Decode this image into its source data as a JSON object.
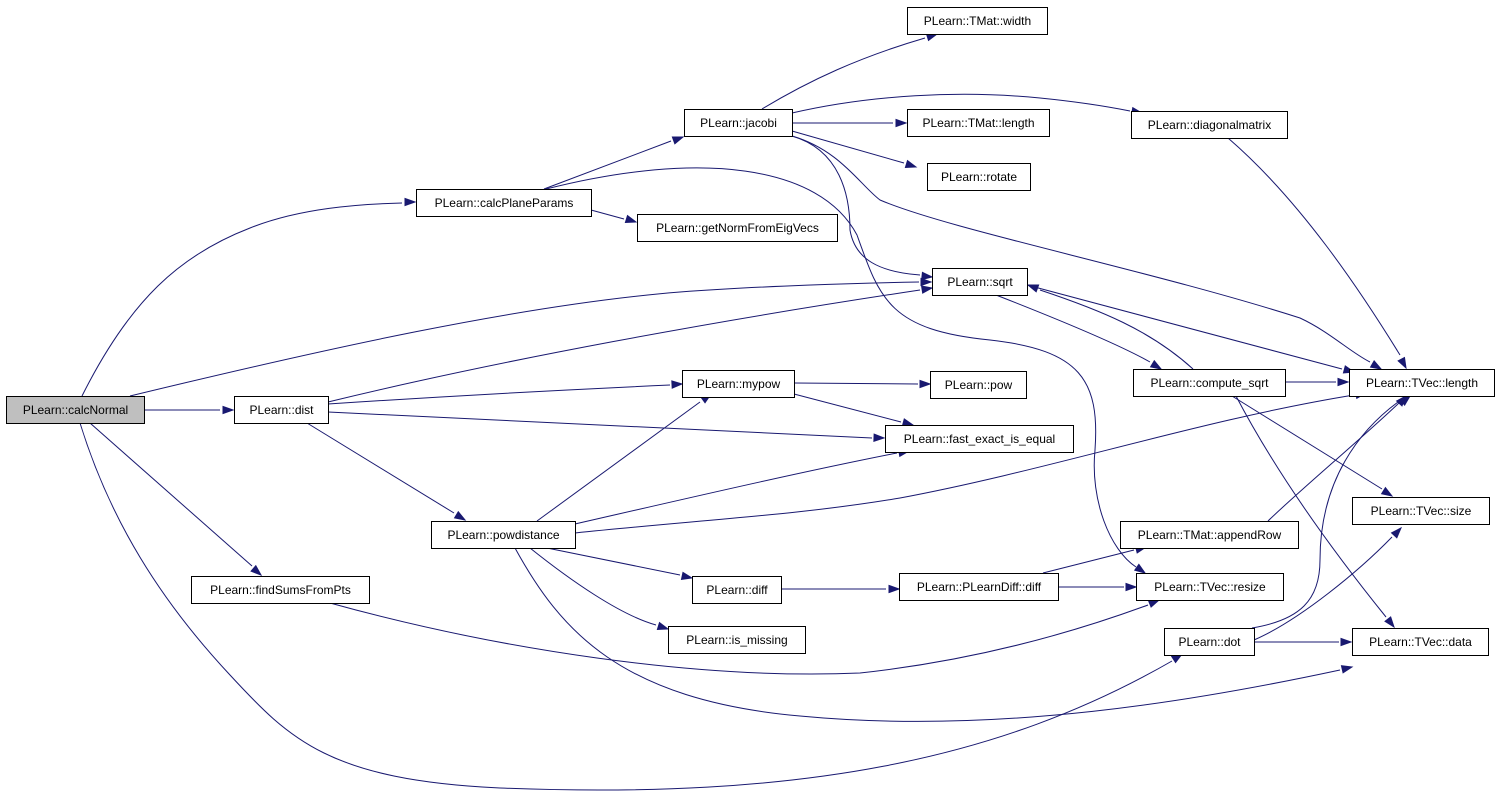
{
  "diagram": {
    "type": "call-graph",
    "colors": {
      "edge": "#191970",
      "node_border": "#000000",
      "node_fill": "#ffffff",
      "root_fill": "#bfbfbf",
      "text": "#000000"
    },
    "nodes": [
      {
        "id": "calcNormal",
        "label": "PLearn::calcNormal",
        "root": true
      },
      {
        "id": "calcPlaneParams",
        "label": "PLearn::calcPlaneParams"
      },
      {
        "id": "dist",
        "label": "PLearn::dist"
      },
      {
        "id": "findSums",
        "label": "PLearn::findSumsFromPts"
      },
      {
        "id": "powdistance",
        "label": "PLearn::powdistance"
      },
      {
        "id": "jacobi",
        "label": "PLearn::jacobi"
      },
      {
        "id": "getNorm",
        "label": "PLearn::getNormFromEigVecs"
      },
      {
        "id": "mypow",
        "label": "PLearn::mypow"
      },
      {
        "id": "diff",
        "label": "PLearn::diff"
      },
      {
        "id": "is_missing",
        "label": "PLearn::is_missing"
      },
      {
        "id": "tmat_width",
        "label": "PLearn::TMat::width"
      },
      {
        "id": "tmat_length",
        "label": "PLearn::TMat::length"
      },
      {
        "id": "rotate",
        "label": "PLearn::rotate"
      },
      {
        "id": "sqrt",
        "label": "PLearn::sqrt"
      },
      {
        "id": "pow",
        "label": "PLearn::pow"
      },
      {
        "id": "fast_exact",
        "label": "PLearn::fast_exact_is_equal"
      },
      {
        "id": "plearndiff",
        "label": "PLearn::PLearnDiff::diff"
      },
      {
        "id": "dot",
        "label": "PLearn::dot"
      },
      {
        "id": "diagonalmatrix",
        "label": "PLearn::diagonalmatrix"
      },
      {
        "id": "compute_sqrt",
        "label": "PLearn::compute_sqrt"
      },
      {
        "id": "appendRow",
        "label": "PLearn::TMat::appendRow"
      },
      {
        "id": "tvec_resize",
        "label": "PLearn::TVec::resize"
      },
      {
        "id": "tvec_length",
        "label": "PLearn::TVec::length"
      },
      {
        "id": "tvec_size",
        "label": "PLearn::TVec::size"
      },
      {
        "id": "tvec_data",
        "label": "PLearn::TVec::data"
      }
    ],
    "edges": [
      {
        "from": "calcNormal",
        "to": "calcPlaneParams"
      },
      {
        "from": "calcNormal",
        "to": "dist"
      },
      {
        "from": "calcNormal",
        "to": "findSums"
      },
      {
        "from": "calcNormal",
        "to": "sqrt"
      },
      {
        "from": "calcNormal",
        "to": "dot"
      },
      {
        "from": "calcPlaneParams",
        "to": "jacobi"
      },
      {
        "from": "calcPlaneParams",
        "to": "getNorm"
      },
      {
        "from": "calcPlaneParams",
        "to": "tvec_resize"
      },
      {
        "from": "jacobi",
        "to": "tmat_width"
      },
      {
        "from": "jacobi",
        "to": "diagonalmatrix"
      },
      {
        "from": "jacobi",
        "to": "tmat_length"
      },
      {
        "from": "jacobi",
        "to": "rotate"
      },
      {
        "from": "jacobi",
        "to": "sqrt"
      },
      {
        "from": "jacobi",
        "to": "tvec_length"
      },
      {
        "from": "diagonalmatrix",
        "to": "tvec_length"
      },
      {
        "from": "dist",
        "to": "sqrt"
      },
      {
        "from": "dist",
        "to": "mypow"
      },
      {
        "from": "dist",
        "to": "fast_exact"
      },
      {
        "from": "dist",
        "to": "powdistance"
      },
      {
        "from": "mypow",
        "to": "pow"
      },
      {
        "from": "mypow",
        "to": "fast_exact"
      },
      {
        "from": "powdistance",
        "to": "mypow"
      },
      {
        "from": "powdistance",
        "to": "fast_exact"
      },
      {
        "from": "powdistance",
        "to": "tvec_length"
      },
      {
        "from": "powdistance",
        "to": "diff"
      },
      {
        "from": "powdistance",
        "to": "is_missing"
      },
      {
        "from": "powdistance",
        "to": "tvec_data"
      },
      {
        "from": "diff",
        "to": "plearndiff"
      },
      {
        "from": "plearndiff",
        "to": "appendRow"
      },
      {
        "from": "plearndiff",
        "to": "tvec_resize"
      },
      {
        "from": "appendRow",
        "to": "tvec_length"
      },
      {
        "from": "findSums",
        "to": "tvec_resize"
      },
      {
        "from": "sqrt",
        "to": "compute_sqrt"
      },
      {
        "from": "sqrt",
        "to": "tvec_length"
      },
      {
        "from": "compute_sqrt",
        "to": "sqrt"
      },
      {
        "from": "compute_sqrt",
        "to": "tvec_length"
      },
      {
        "from": "compute_sqrt",
        "to": "tvec_size"
      },
      {
        "from": "compute_sqrt",
        "to": "tvec_data"
      },
      {
        "from": "dot",
        "to": "tvec_length"
      },
      {
        "from": "dot",
        "to": "tvec_size"
      },
      {
        "from": "dot",
        "to": "tvec_data"
      }
    ]
  }
}
